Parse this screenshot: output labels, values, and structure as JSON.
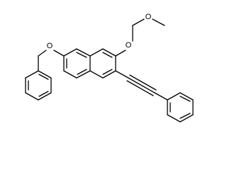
{
  "molecule": {
    "atoms": {
      "benzyl_oxygen": "O",
      "mom_oxygen_ring": "O",
      "mom_oxygen_chain": "O"
    }
  },
  "colors": {
    "bond": "#000000",
    "background": "#ffffff"
  }
}
